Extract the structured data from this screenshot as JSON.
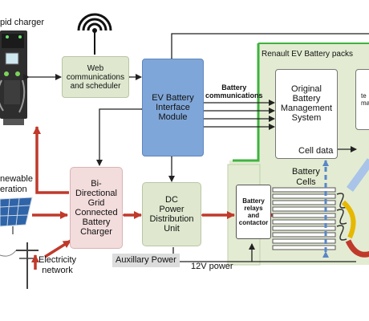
{
  "labels": {
    "charger": "pid charger",
    "renewable": "newable\neration",
    "electricity": "Electricity\nnetwork",
    "auxiliary": "Auxillary Power",
    "twelve_v": "12V  power",
    "battery_comms": "Battery\ncommunications",
    "battery_pack": "Renault EV Battery packs",
    "cell_data": "Cell data",
    "battery_cells": "Battery\nCells",
    "cut_right": "te\nma"
  },
  "boxes": {
    "web": "Web\ncommunications\nand scheduler",
    "interface": "EV Battery\nInterface\nModule",
    "charger": "Bi-\nDirectional\nGrid\nConnected\nBattery\nCharger",
    "dc": "DC\nPower\nDistribution\nUnit",
    "bms": "Original\nBattery\nManagement\nSystem",
    "relays": "Battery\nrelays\nand\ncontactor"
  },
  "colors": {
    "green_box": "#dfe8cf",
    "blue_box": "#7fa6d8",
    "pink_box": "#f3dcdc",
    "power_arrow": "#c0392b",
    "pack_bg": "#e3ecd2",
    "pack_border": "#3fb33f"
  }
}
